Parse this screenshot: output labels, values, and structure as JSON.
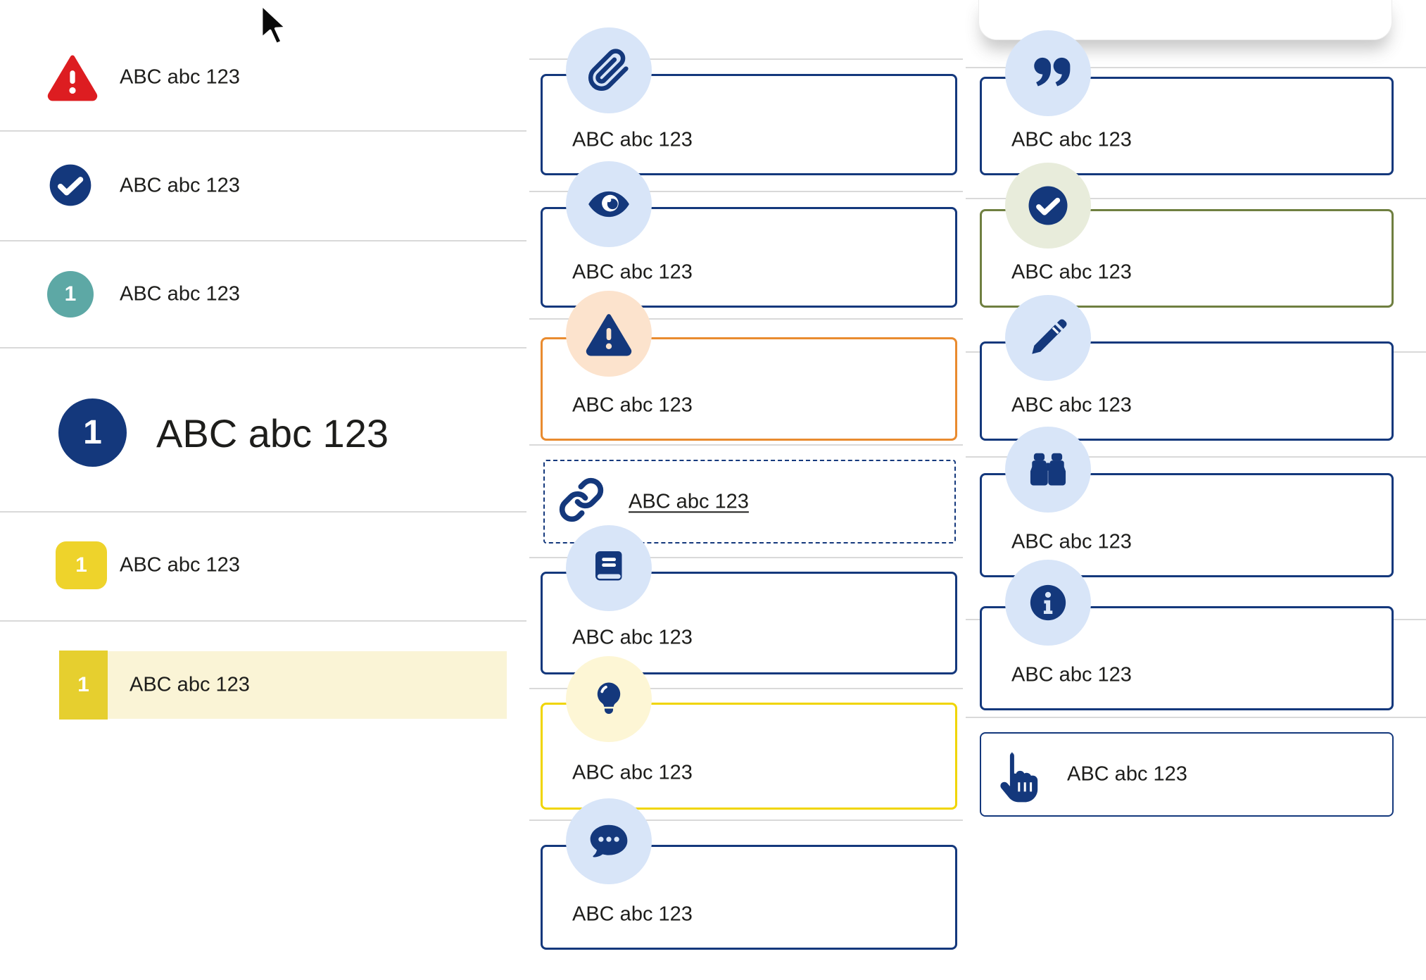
{
  "colors": {
    "navy": "#14387c",
    "red": "#dd1d21",
    "teal": "#5da8a5",
    "yellow": "#eed32b",
    "yellow_muted": "#e6cf2f",
    "cream": "#faf4d6",
    "orange": "#e98b2f",
    "peach": "#fce3cd",
    "olive": "#6f7f40",
    "sage": "#e8ecdb",
    "light_blue": "#d8e5f8",
    "light_yellow": "#fdf6d5",
    "divider": "#d9d9d9",
    "text": "#1d1d1b",
    "card_yellow": "#f0d500"
  },
  "left_column": {
    "rows": [
      {
        "id": "alert",
        "icon": "triangle-exclamation-icon",
        "label": "ABC abc 123"
      },
      {
        "id": "success",
        "icon": "circle-check-icon",
        "label": "ABC abc 123"
      },
      {
        "id": "step-teal",
        "icon": "teal-number-badge",
        "badge": "1",
        "label": "ABC abc 123"
      },
      {
        "id": "step-heading",
        "icon": "navy-number-badge",
        "badge": "1",
        "label": "ABC abc 123"
      },
      {
        "id": "step-yellow",
        "icon": "yellow-number-badge",
        "badge": "1",
        "label": "ABC abc 123"
      },
      {
        "id": "step-highlighted",
        "icon": "yellow-number-badge",
        "badge": "1",
        "label": "ABC abc 123"
      }
    ]
  },
  "middle_column": {
    "cards": [
      {
        "id": "attachment",
        "icon": "paperclip-icon",
        "border": "navy",
        "label": "ABC abc 123"
      },
      {
        "id": "preview",
        "icon": "eye-icon",
        "border": "navy",
        "label": "ABC abc 123"
      },
      {
        "id": "warning",
        "icon": "triangle-exclamation-icon",
        "border": "orange",
        "label": "ABC abc 123"
      },
      {
        "id": "link",
        "icon": "link-icon",
        "border": "navy-dashed",
        "label": "ABC abc 123"
      },
      {
        "id": "reference",
        "icon": "book-icon",
        "border": "navy",
        "label": "ABC abc 123"
      },
      {
        "id": "tip",
        "icon": "lightbulb-icon",
        "border": "yellow",
        "label": "ABC abc 123"
      },
      {
        "id": "comment",
        "icon": "comment-dots-icon",
        "border": "navy",
        "label": "ABC abc 123"
      }
    ]
  },
  "right_column": {
    "cards": [
      {
        "id": "quote",
        "icon": "quote-right-icon",
        "border": "navy",
        "label": "ABC abc 123"
      },
      {
        "id": "success",
        "icon": "circle-check-icon",
        "border": "olive",
        "label": "ABC abc 123"
      },
      {
        "id": "edit",
        "icon": "pencil-icon",
        "border": "navy",
        "label": "ABC abc 123"
      },
      {
        "id": "search",
        "icon": "binoculars-icon",
        "border": "navy",
        "label": "ABC abc 123"
      },
      {
        "id": "info",
        "icon": "circle-info-icon",
        "border": "navy",
        "label": "ABC abc 123"
      },
      {
        "id": "action",
        "icon": "hand-point-up-icon",
        "border": "navy",
        "label": "ABC abc 123"
      }
    ]
  }
}
